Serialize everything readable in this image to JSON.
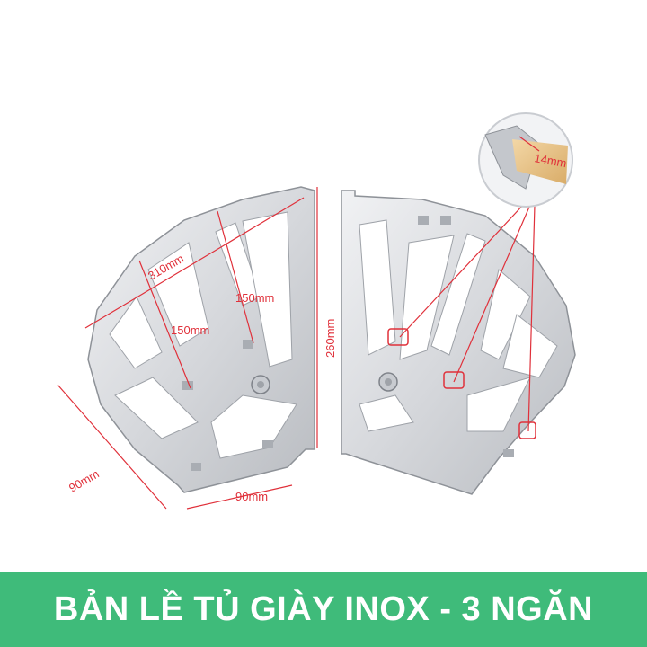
{
  "banner": {
    "title": "BẢN LỀ TỦ GIÀY INOX - 3 NGĂN",
    "background": "#3fbb7a",
    "text_color": "#ffffff"
  },
  "dimensions": {
    "diagonal": "310mm",
    "inner_right": "150mm",
    "inner_left": "150mm",
    "height": "260mm",
    "left_edge": "90mm",
    "bottom_edge": "90mm",
    "thickness": "14mm"
  },
  "colors": {
    "annotation": "#e0303a",
    "steel_light": "#e9eaec",
    "steel_dark": "#b4b7bc"
  }
}
